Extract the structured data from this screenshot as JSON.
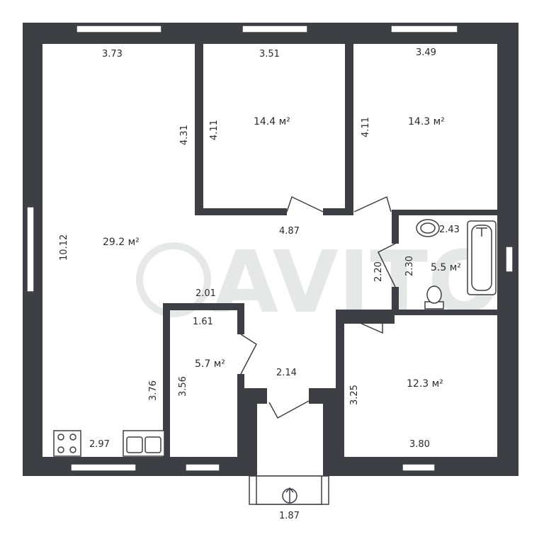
{
  "rooms": {
    "living": {
      "area": "29.2 м²",
      "dim_top": "3.73",
      "dim_side": "10.12",
      "dim_inner": "4.31",
      "dim_kitchen_w": "2.97",
      "dim_kitchen_h": "3.76"
    },
    "bedroom_1": {
      "area": "14.4 м²",
      "dim_top": "3.51",
      "dim_side": "4.11"
    },
    "bedroom_2": {
      "area": "14.3 м²",
      "dim_top": "3.49",
      "dim_side": "4.11"
    },
    "bathroom": {
      "area": "5.5 м²",
      "dim_top": "2.43",
      "dim_side": "2.30"
    },
    "storage": {
      "area": "5.7 м²",
      "dim_top": "1.61",
      "dim_side": "3.56"
    },
    "bedroom_3": {
      "area": "12.3 м²",
      "dim_bottom": "3.80",
      "dim_side": "3.25"
    },
    "hallway": {
      "dim_main": "4.87",
      "dim_corridor": "2.01",
      "dim_vertical": "2.20",
      "dim_entry": "2.14"
    },
    "porch": {
      "dim_width": "1.87"
    }
  },
  "watermark": "AVITO",
  "colors": {
    "wall": "#3d3f45",
    "background": "#ffffff"
  }
}
